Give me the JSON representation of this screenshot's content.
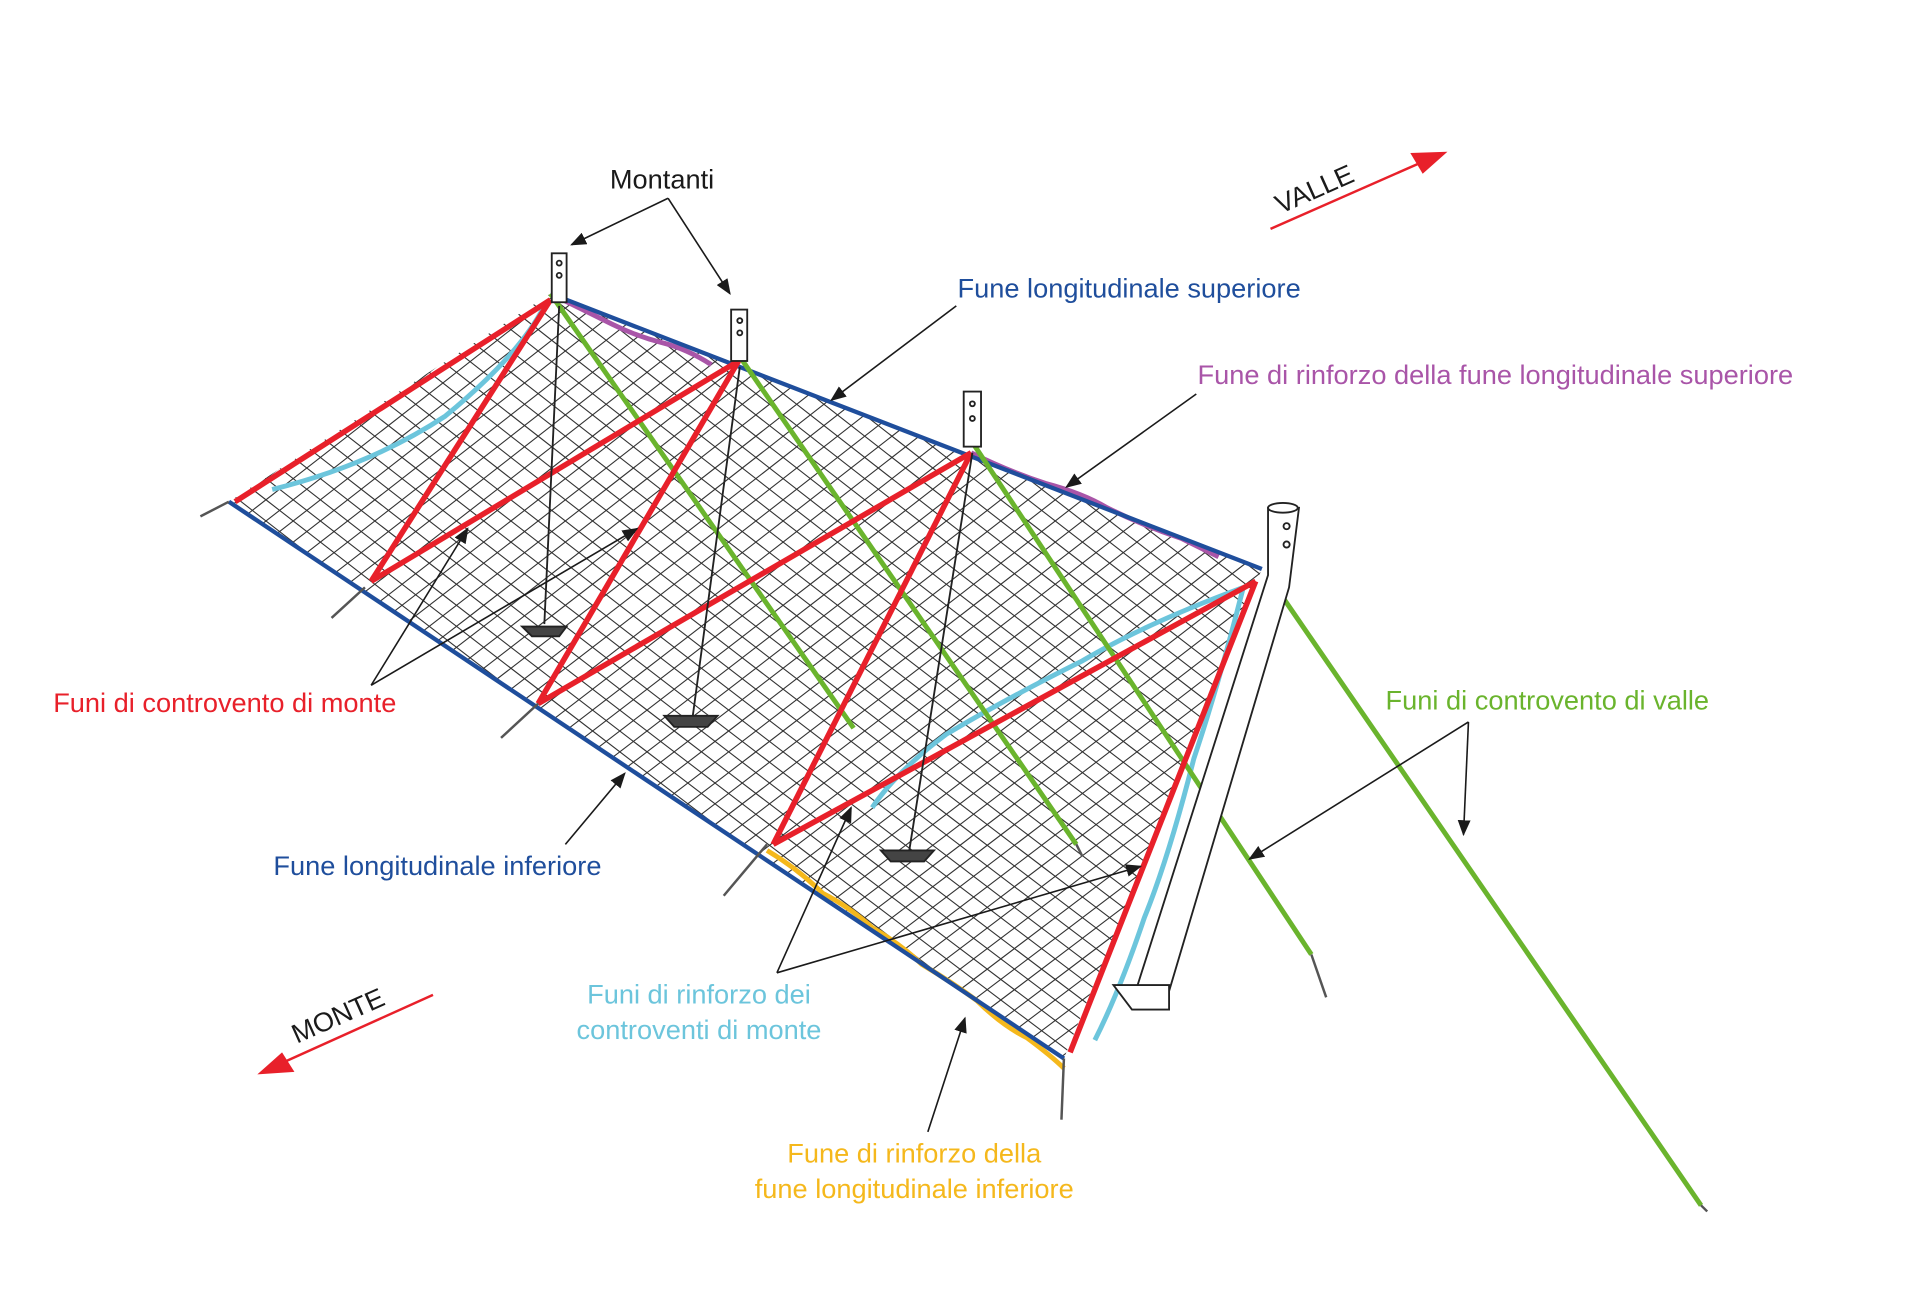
{
  "labels": {
    "montanti": "Montanti",
    "valle_arrow": "VALLE",
    "monte_arrow": "MONTE",
    "fune_long_sup": "Fune longitudinale superiore",
    "fune_rinforzo_sup": "Fune di rinforzo della fune longitudinale superiore",
    "funi_controvento_monte": "Funi di controvento di monte",
    "funi_controvento_valle": "Funi di controvento di valle",
    "fune_long_inf": "Fune longitudinale inferiore",
    "funi_rinforzo_controventi_line1": "Funi di rinforzo dei",
    "funi_rinforzo_controventi_line2": "controventi di monte",
    "fune_rinforzo_inf_line1": "Fune di rinforzo della",
    "fune_rinforzo_inf_line2": "fune longitudinale inferiore"
  },
  "colors": {
    "black": "#1a1a1a",
    "blue": "#1f4e9c",
    "purple": "#a955a8",
    "red": "#e8202a",
    "green": "#6ab42d",
    "cyan": "#6cc5dc",
    "orange": "#f5b81c"
  }
}
